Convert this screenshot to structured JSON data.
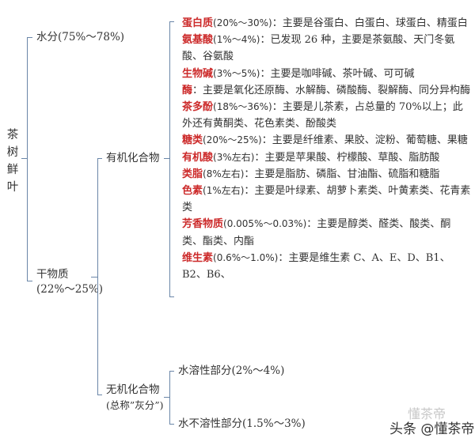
{
  "root": {
    "label_chars": [
      "茶",
      "树",
      "鲜",
      "叶"
    ]
  },
  "level1": {
    "water": "水分(75%～78%)",
    "dry_matter": {
      "name": "干物质",
      "pct": "(22%～25%)"
    }
  },
  "level2": {
    "organic": "有机化合物",
    "inorganic": {
      "name": "无机化合物",
      "note": "(总称”灰分”)"
    }
  },
  "organic_components": [
    {
      "name": "蛋白质",
      "pct": "(20%～30%)",
      "desc": "：主要是谷蛋白、白蛋白、球蛋白、精蛋白"
    },
    {
      "name": "氨基酸",
      "pct": "(1%～4%)",
      "desc": "：已发现 26 种，主要是茶氨酸、天门冬氨酸、谷氨酸"
    },
    {
      "name": "生物碱",
      "pct": "(3%～5%)",
      "desc": "：主要是咖啡碱、茶叶碱、可可碱"
    },
    {
      "name": "酶",
      "pct": "",
      "desc": "：主要是氧化还原酶、水解酶、磷酸酶、裂解酶、同分异构酶"
    },
    {
      "name": "茶多酚",
      "pct": "(18%～36%)",
      "desc": "：主要是儿茶素，占总量的 70%以上；此外还有黄酮类、花色素类、酚酸类"
    },
    {
      "name": "糖类",
      "pct": "(20%～25%)",
      "desc": "：主要是纤维素、果胶、淀粉、葡萄糖、果糖"
    },
    {
      "name": "有机酸",
      "pct": "(3%左右)",
      "desc": "：主要是苹果酸、柠檬酸、草酸、脂肪酸"
    },
    {
      "name": "类脂",
      "pct": "(8%左右)",
      "desc": "：主要是脂肪、磷脂、甘油酯、硫脂和糖脂"
    },
    {
      "name": "色素",
      "pct": "(1%左右)",
      "desc": "：主要是叶绿素、胡萝卜素类、叶黄素类、花青素类"
    },
    {
      "name": "芳香物质",
      "pct": "(0.005%～0.03%)",
      "desc": "：主要是醇类、醛类、酸类、酮类、酯类、内酯"
    },
    {
      "name": "维生素",
      "pct": "(0.6%～1.0%)",
      "desc": "：主要是维生素 C、A、E、D、B1、B2、B6、"
    }
  ],
  "inorganic_components": [
    "水溶性部分(2%～4%)",
    "水不溶性部分(1.5%～3%)"
  ],
  "watermark": {
    "faint": "懂茶帝",
    "main": "头条 @懂茶帝"
  },
  "colors": {
    "highlight": "#cc2a2a",
    "bracket": "#6a86a8",
    "text": "#333333"
  }
}
